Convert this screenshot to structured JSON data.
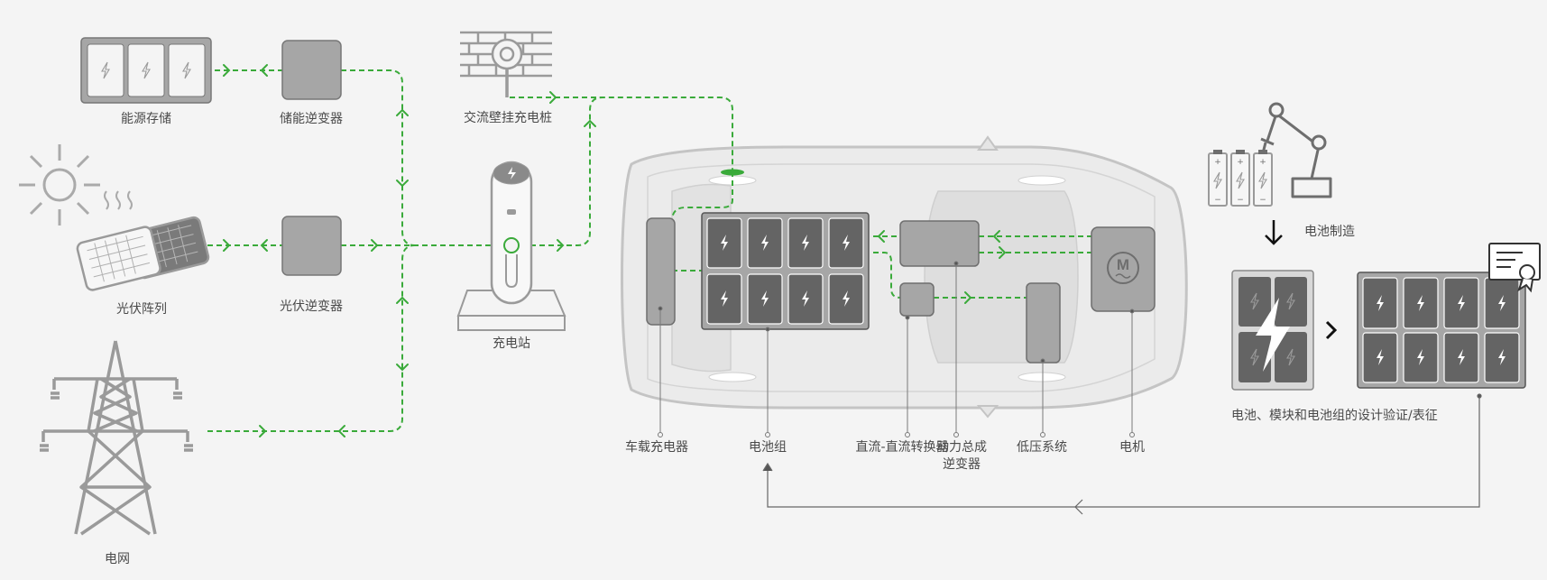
{
  "labels": {
    "energy_storage": "能源存储",
    "storage_inverter": "储能逆变器",
    "ac_wallbox": "交流壁挂充电桩",
    "pv_array": "光伏阵列",
    "pv_inverter": "光伏逆变器",
    "charging_station": "充电站",
    "grid": "电网",
    "onboard_charger": "车载充电器",
    "battery_pack": "电池组",
    "dcdc_converter": "直流-直流转换器",
    "traction_inverter_l1": "动力总成",
    "traction_inverter_l2": "逆变器",
    "lv_system": "低压系统",
    "motor": "电机",
    "battery_manufacturing": "电池制造",
    "battery_validation": "电池、模块和电池组的设计验证/表征"
  },
  "icons": {
    "motor_symbol": "M",
    "cell_plus": "+",
    "cell_minus": "−"
  },
  "colors": {
    "flow": "#3aaa3a",
    "component": "#a6a6a6",
    "outline": "#6e6e6e",
    "car_body": "#ebebeb",
    "car_outline": "#c4c4c4",
    "text": "#4a4a4a",
    "background": "#f4f4f4"
  }
}
